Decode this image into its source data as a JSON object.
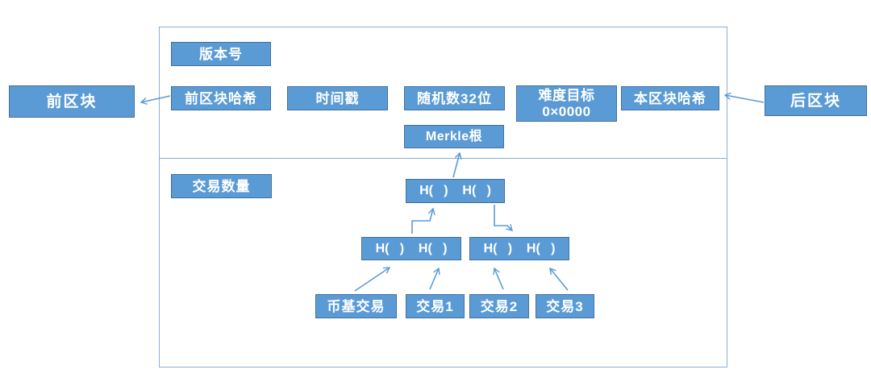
{
  "colors": {
    "box_fill": "#5b9bd5",
    "box_border": "#41719c",
    "container_border": "#8aafd2",
    "arrow": "#5b9bd5",
    "text": "#ffffff",
    "background": "#ffffff"
  },
  "external_nodes": {
    "prev_block": "前区块",
    "next_block": "后区块"
  },
  "block_header": {
    "version": "版本号",
    "prev_hash": "前区块哈希",
    "timestamp": "时间戳",
    "nonce": "随机数32位",
    "difficulty_line1": "难度目标",
    "difficulty_line2": "0×0000",
    "this_hash": "本区块哈希",
    "merkle_root": "Merkle根"
  },
  "block_body": {
    "tx_count": "交易数量",
    "hash_pair": "H(   )    H(   )",
    "leaves": [
      "币基交易",
      "交易1",
      "交易2",
      "交易3"
    ]
  }
}
